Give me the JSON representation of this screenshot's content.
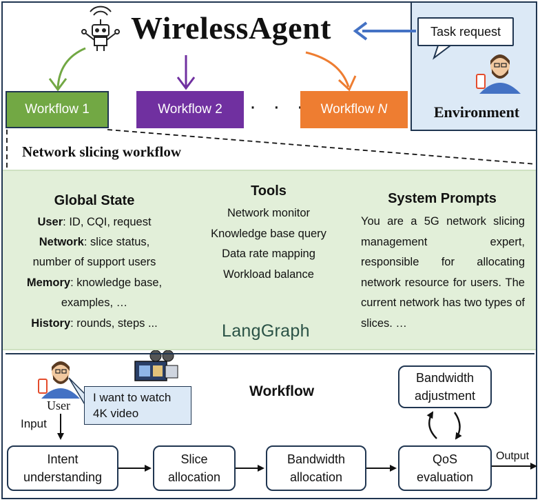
{
  "title": "WirelessAgent",
  "environment": {
    "label": "Environment",
    "task_request": "Task request"
  },
  "workflows": {
    "wf1": "Workflow 1",
    "wf2": "Workflow 2",
    "wfn_prefix": "Workflow ",
    "wfn_var": "N",
    "dots": "· · ·"
  },
  "network_slicing_label": "Network slicing workflow",
  "global_state": {
    "title": "Global State",
    "lines": [
      {
        "key": "User",
        "text": ": ID, CQI, request"
      },
      {
        "key": "Network",
        "text": ": slice status,"
      },
      {
        "key": "",
        "text": "number of support users"
      },
      {
        "key": "Memory",
        "text": ": knowledge base,"
      },
      {
        "key": "",
        "text": "examples, …"
      },
      {
        "key": "History",
        "text": ": rounds, steps ..."
      }
    ]
  },
  "tools": {
    "title": "Tools",
    "items": [
      "Network monitor",
      "Knowledge base query",
      "Data rate mapping",
      "Workload balance"
    ]
  },
  "system_prompts": {
    "title": "System Prompts",
    "text": "You are a 5G network slicing management expert, responsible for allocating network resource for users. The current network has two types of slices. …"
  },
  "langgraph": "LangGraph",
  "workflow_section": {
    "title": "Workflow",
    "user_label": "User",
    "user_request_line1": "I want to watch",
    "user_request_line2": "4K video",
    "input_label": "Input",
    "output_label": "Output",
    "stages": {
      "intent_1": "Intent",
      "intent_2": "understanding",
      "slice_1": "Slice",
      "slice_2": "allocation",
      "bw_1": "Bandwidth",
      "bw_2": "allocation",
      "qos_1": "QoS",
      "qos_2": "evaluation",
      "adj_1": "Bandwidth",
      "adj_2": "adjustment"
    }
  },
  "colors": {
    "green": "#72a844",
    "purple": "#7030a0",
    "orange": "#ee7d31",
    "blue_arrow": "#4472c4",
    "frame": "#1f3550",
    "env_bg": "#dce9f6",
    "panel_bg": "#e2efd9"
  }
}
